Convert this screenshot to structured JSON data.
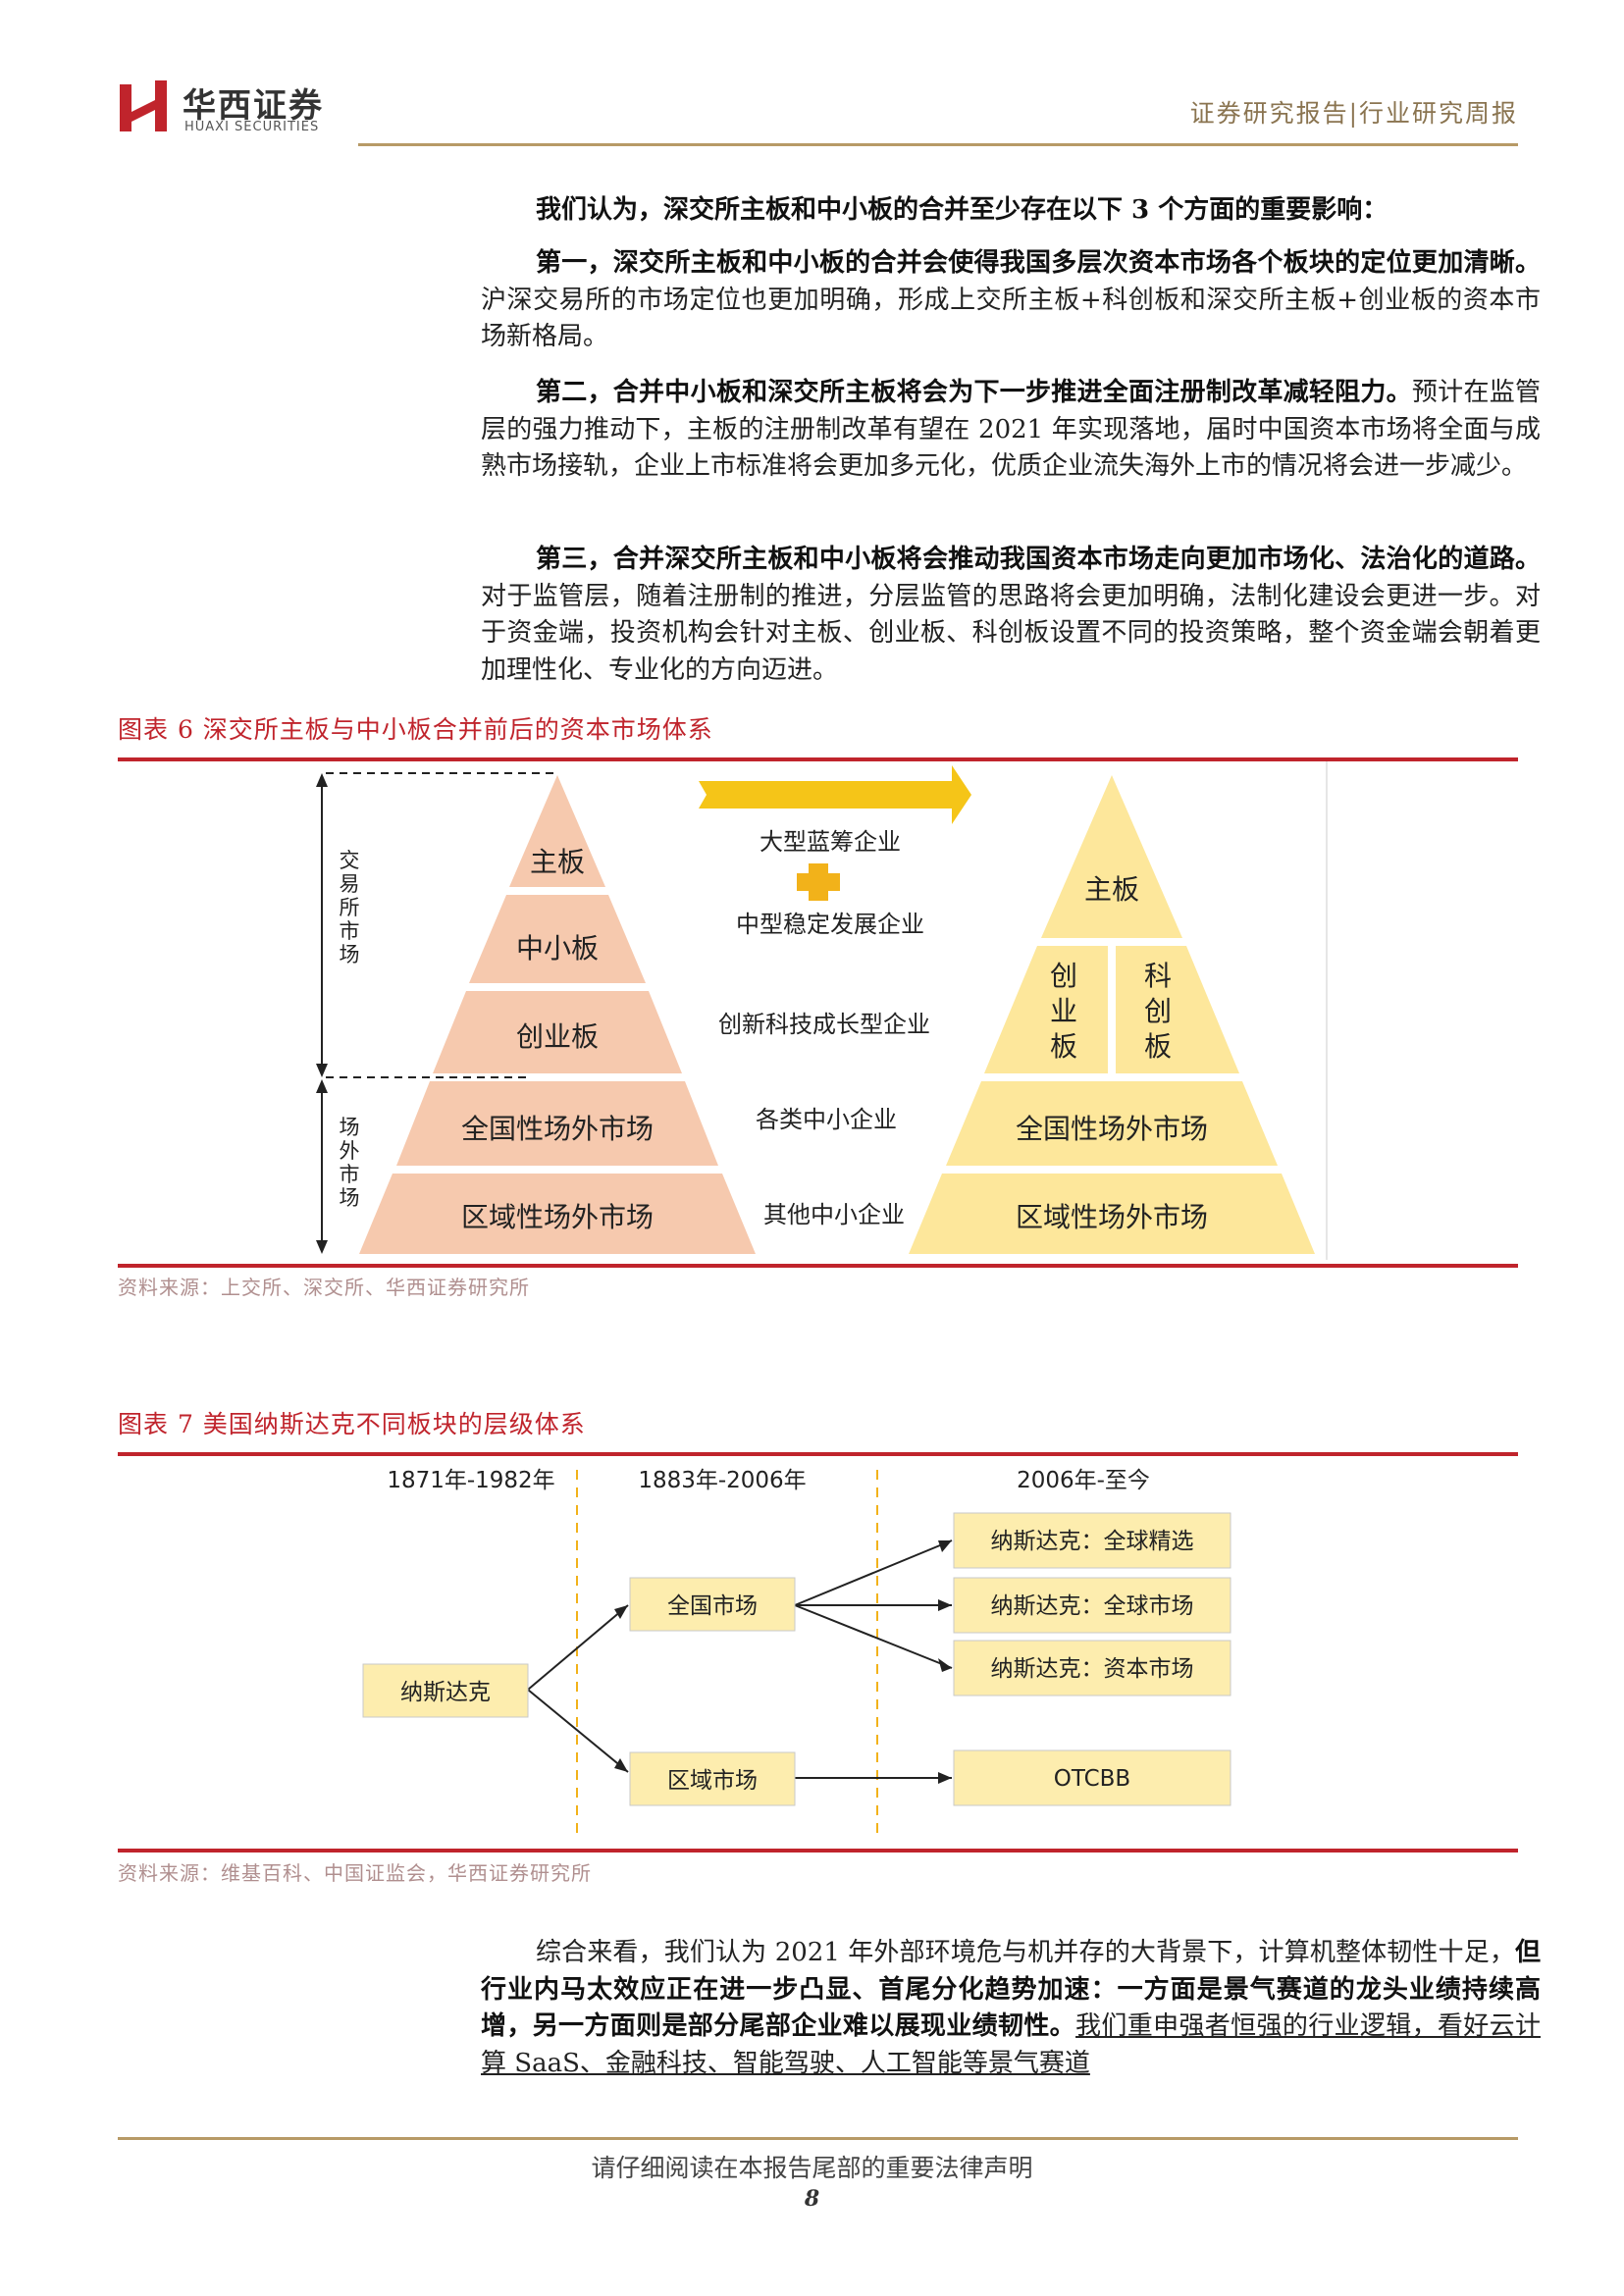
{
  "header": {
    "logo_cn": "华西证券",
    "logo_en": "HUAXI SECURITIES",
    "right": "证券研究报告|行业研究周报"
  },
  "intro": "我们认为，深交所主板和中小板的合并至少存在以下 3 个方面的重要影响：",
  "points": [
    {
      "bold": "第一，深交所主板和中小板的合并会使得我国多层次资本市场各个板块的定位更加清晰。",
      "text": "沪深交易所的市场定位也更加明确，形成上交所主板+科创板和深交所主板+创业板的资本市场新格局。"
    },
    {
      "bold": "第二，合并中小板和深交所主板将会为下一步推进全面注册制改革减轻阻力。",
      "text": "预计在监管层的强力推动下，主板的注册制改革有望在 2021 年实现落地，届时中国资本市场将全面与成熟市场接轨，企业上市标准将会更加多元化，优质企业流失海外上市的情况将会进一步减少。"
    },
    {
      "bold": "第三，合并深交所主板和中小板将会推动我国资本市场走向更加市场化、法治化的道路。",
      "text": "对于监管层，随着注册制的推进，分层监管的思路将会更加明确，法制化建设会更进一步。对于资金端，投资机构会针对主板、创业板、科创板设置不同的投资策略，整个资金端会朝着更加理性化、专业化的方向迈进。"
    }
  ],
  "fig6": {
    "caption": "图表 6   深交所主板与中小板合并前后的资本市场体系",
    "source": "资料来源：上交所、深交所、华西证券研究所",
    "left_bracket_top": "交易所市场",
    "left_bracket_bottom": "场外市场",
    "left_levels": [
      "主板",
      "中小板",
      "创业板",
      "全国性场外市场",
      "区域性场外市场"
    ],
    "middle": [
      "大型蓝筹企业",
      "中型稳定发展企业",
      "创新科技成长型企业",
      "各类中小企业",
      "其他中小企业"
    ],
    "right_top": "主板",
    "right_mid_left": "创业板",
    "right_mid_right": "科创板",
    "right_levels": [
      "全国性场外市场",
      "区域性场外市场"
    ],
    "colors": {
      "left": "#f6c9ae",
      "right": "#fde79b",
      "arrow": "#f5c518",
      "plus": "#f2b21a"
    }
  },
  "fig7": {
    "caption": "图表 7   美国纳斯达克不同板块的层级体系",
    "source": "资料来源：维基百科、中国证监会，华西证券研究所",
    "periods": [
      "1871年-1982年",
      "1883年-2006年",
      "2006年-至今"
    ],
    "root": "纳斯达克",
    "mid": [
      "全国市场",
      "区域市场"
    ],
    "leaves": [
      "纳斯达克：全球精选",
      "纳斯达克：全球市场",
      "纳斯达克：资本市场",
      "OTCBB"
    ],
    "box_color": "#fdedae"
  },
  "conclusion": {
    "lead": "综合来看，我们认为 2021 年外部环境危与机并存的大背景下，计算机整体韧性十足，",
    "bold": "但行业内马太效应正在进一步凸显、首尾分化趋势加速：一方面是景气赛道的龙头业绩持续高增，另一方面则是部分尾部企业难以展现业绩韧性。",
    "tail": "我们重申强者恒强的行业逻辑，看好云计算 SaaS、金融科技、智能驾驶、人工智能等景气赛道"
  },
  "footer": {
    "notice": "请仔细阅读在本报告尾部的重要法律声明",
    "page": "8"
  }
}
